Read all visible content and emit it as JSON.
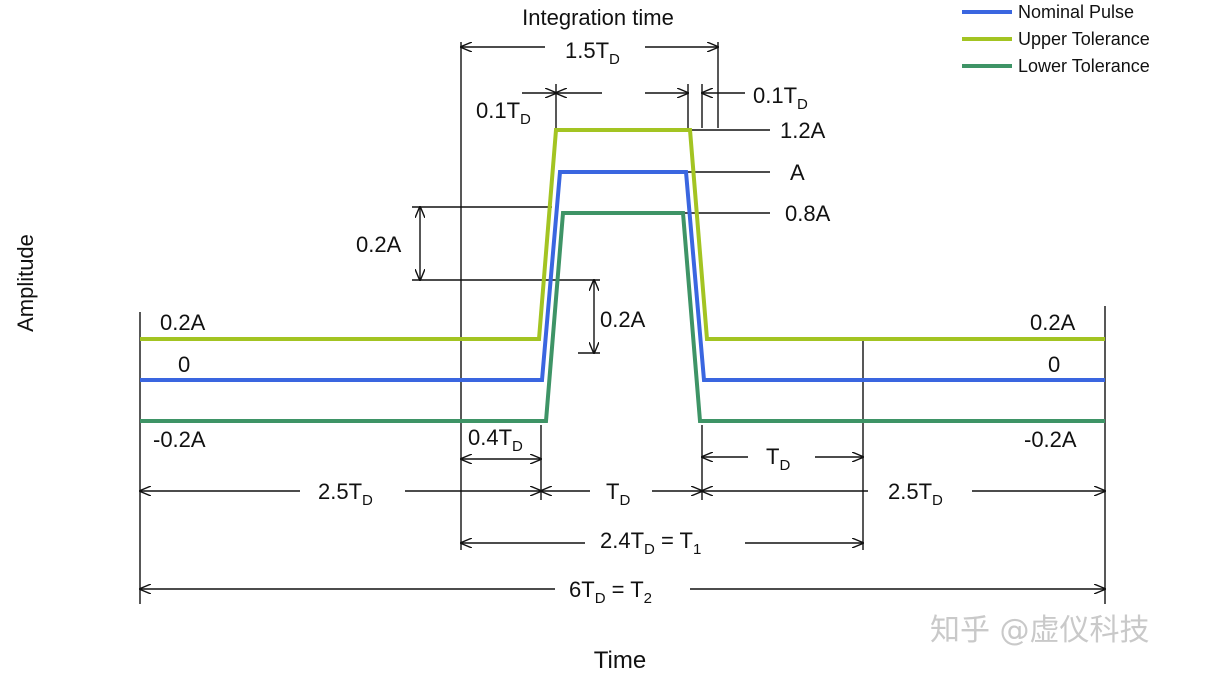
{
  "colors": {
    "nominal": "#3a66e0",
    "upper": "#a3c422",
    "lower": "#3e9466",
    "ink": "#111111",
    "watermark": "#c9c9c9"
  },
  "title": "Integration time",
  "axes": {
    "x_label": "Time",
    "y_label": "Amplitude"
  },
  "legend": {
    "nominal": "Nominal Pulse",
    "upper": "Upper Tolerance",
    "lower": "Lower Tolerance"
  },
  "levels": {
    "upper_peak": "1.2A",
    "nominal_peak": "A",
    "lower_peak": "0.8A",
    "upper_base_left": "0.2A",
    "nominal_base_left": "0",
    "lower_base_left": "-0.2A",
    "upper_base_right": "0.2A",
    "nominal_base_right": "0",
    "lower_base_right": "-0.2A",
    "tolerance_step_top": "0.2A",
    "tolerance_step_bottom": "0.2A"
  },
  "dimensions": {
    "integration": {
      "main": "1.5T",
      "sub": "D"
    },
    "rise_left": {
      "main": "0.1T",
      "sub": "D"
    },
    "fall_right": {
      "main": "0.1T",
      "sub": "D"
    },
    "lead_in": {
      "main": "0.4T",
      "sub": "D"
    },
    "left_span": {
      "main": "2.5T",
      "sub": "D"
    },
    "pulse_width": {
      "main": "T",
      "sub": "D"
    },
    "after_pulse": {
      "main": "T",
      "sub": "D"
    },
    "right_span": {
      "main": "2.5T",
      "sub": "D"
    },
    "t1": {
      "a": "2.4T",
      "a_sub": "D",
      "b": " = T",
      "b_sub": "1"
    },
    "t2": {
      "a": "6T",
      "a_sub": "D",
      "b": " = T",
      "b_sub": "2"
    }
  },
  "watermark": "知乎 @虚仪科技"
}
